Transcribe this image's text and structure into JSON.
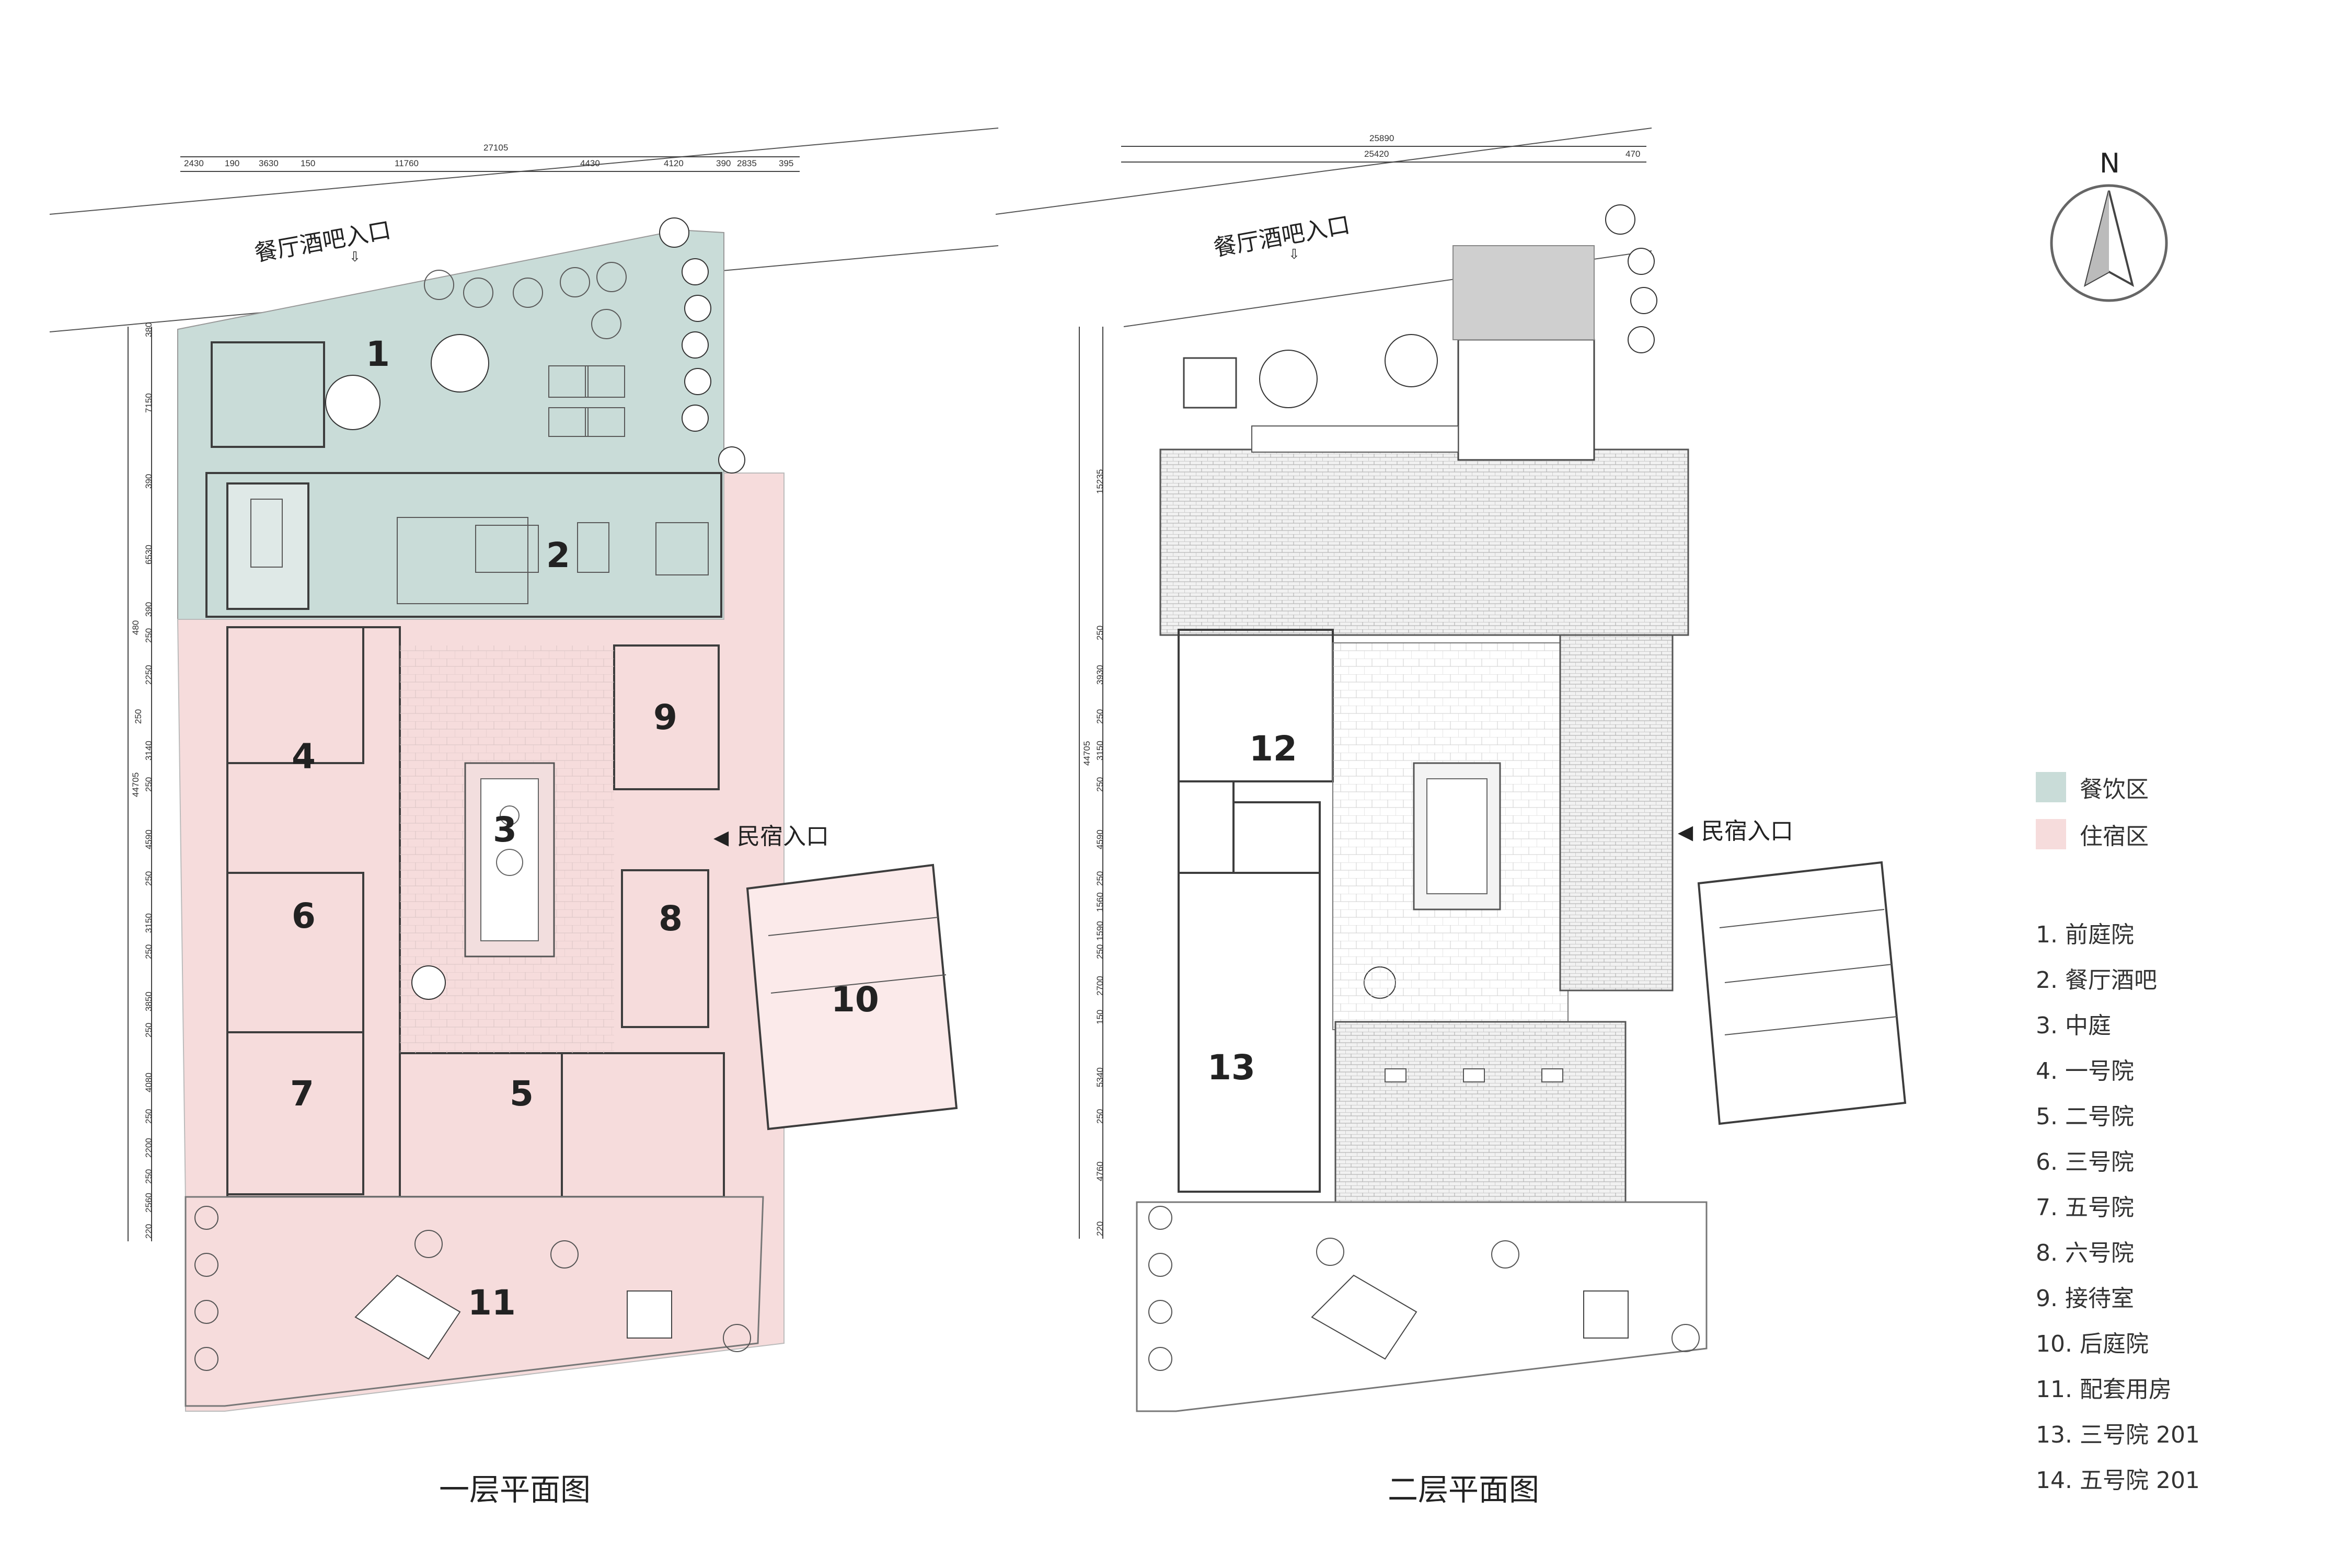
{
  "floor1": {
    "title": "一层平面图",
    "entrance_top": "餐厅酒吧入口",
    "entrance_side": "民宿入口",
    "dims_total": "27105",
    "dims_top": [
      "2430",
      "190",
      "3630",
      "150",
      "11760",
      "4430",
      "4120",
      "390",
      "2835",
      "395"
    ],
    "dims_left": [
      "380",
      "7150",
      "390",
      "6530",
      "390",
      "480",
      "250",
      "2250",
      "250",
      "3140",
      "250",
      "44705",
      "4590",
      "250",
      "3150",
      "250",
      "3850",
      "250",
      "4080",
      "250",
      "2200",
      "250",
      "2560",
      "220"
    ],
    "room_numbers": [
      "1",
      "2",
      "3",
      "4",
      "5",
      "6",
      "7",
      "8",
      "9",
      "10",
      "11"
    ]
  },
  "floor2": {
    "title": "二层平面图",
    "entrance_top": "餐厅酒吧入口",
    "entrance_side": "民宿入口",
    "dims_total": "25890",
    "dims_sub": [
      "25420",
      "470"
    ],
    "dims_left": [
      "15235",
      "250",
      "3930",
      "250",
      "3150",
      "44705",
      "250",
      "4590",
      "250",
      "1560",
      "1590",
      "250",
      "2700",
      "150",
      "5340",
      "250",
      "4760",
      "220"
    ],
    "room_numbers": [
      "12",
      "13"
    ]
  },
  "compass": {
    "label": "N"
  },
  "zones": [
    {
      "label": "餐饮区",
      "color": "#c9dcd8"
    },
    {
      "label": "住宿区",
      "color": "#f6dcdc"
    }
  ],
  "legend": [
    "1. 前庭院",
    "2. 餐厅酒吧",
    "3. 中庭",
    "4. 一号院",
    "5. 二号院",
    "6. 三号院",
    "7. 五号院",
    "8. 六号院",
    "9. 接待室",
    "10. 后庭院",
    "11. 配套用房",
    "13. 三号院 201",
    "14. 五号院 201"
  ],
  "colors": {
    "dining_zone": "#c9dcd8",
    "lodging_zone": "#f6dcdc",
    "line": "#4a4a4a",
    "roof": "#d8d8d8"
  }
}
